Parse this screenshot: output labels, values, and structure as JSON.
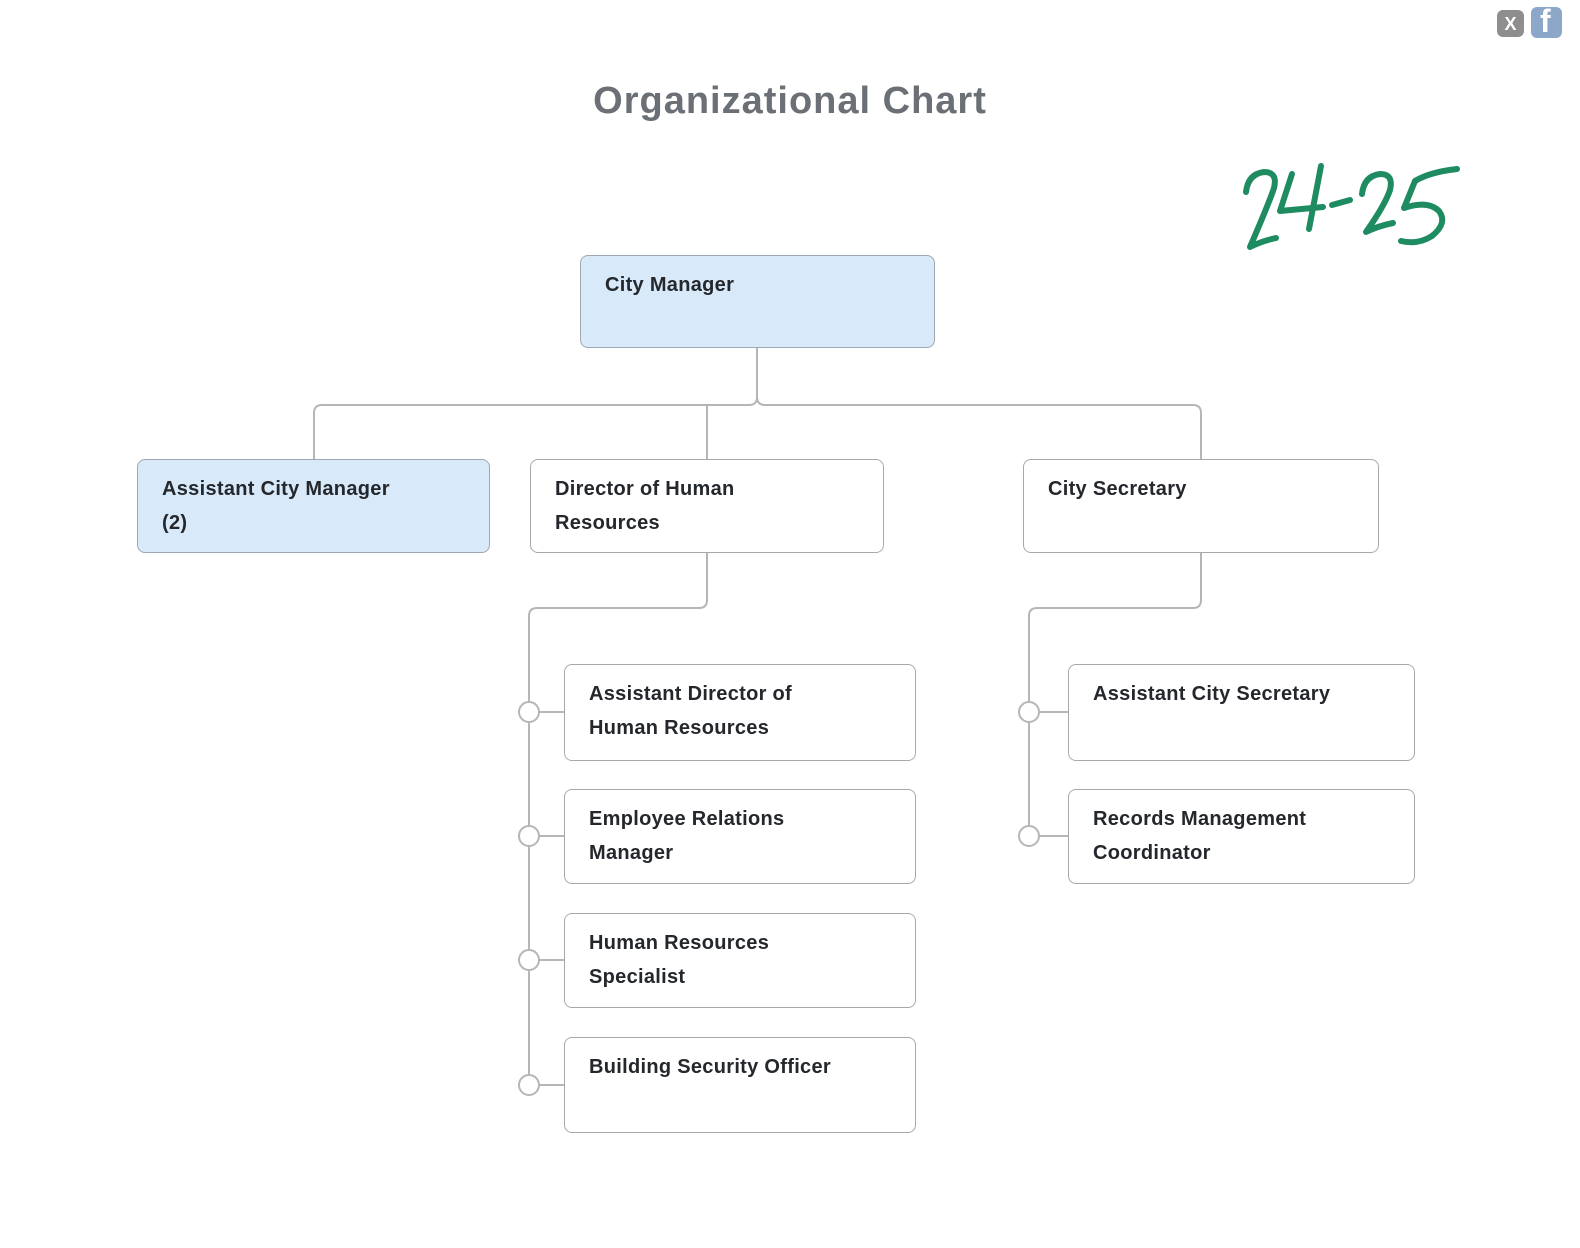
{
  "header": {
    "title": "Organizational Chart"
  },
  "annotation": {
    "text": "24-25",
    "color": "#1e8b61"
  },
  "social": {
    "x_label": "X",
    "facebook_label": "f"
  },
  "colors": {
    "highlight_fill": "#d8e9f9",
    "box_border": "#a6a9ac",
    "connector": "#b4b6b8",
    "title_text": "#6b7076",
    "box_text": "#24272c",
    "x_icon_bg": "#8e8e8e",
    "facebook_icon_bg": "#8da7c9"
  },
  "nodes": {
    "city_manager": {
      "label": "City Manager",
      "lines": [
        "City Manager"
      ],
      "highlighted": true
    },
    "assistant_city_manager": {
      "label": "Assistant City Manager (2)",
      "lines": [
        "Assistant City Manager",
        "(2)"
      ],
      "highlighted": true
    },
    "director_hr": {
      "label": "Director of Human Resources",
      "lines": [
        "Director of Human",
        "Resources"
      ],
      "highlighted": false
    },
    "city_secretary": {
      "label": "City Secretary",
      "lines": [
        "City Secretary"
      ],
      "highlighted": false
    },
    "assistant_director_hr": {
      "label": "Assistant Director of Human Resources",
      "lines": [
        "Assistant Director of",
        "Human Resources"
      ],
      "highlighted": false
    },
    "employee_relations_manager": {
      "label": "Employee Relations Manager",
      "lines": [
        "Employee Relations",
        "Manager"
      ],
      "highlighted": false
    },
    "hr_specialist": {
      "label": "Human Resources Specialist",
      "lines": [
        "Human Resources",
        "Specialist"
      ],
      "highlighted": false
    },
    "building_security_officer": {
      "label": "Building Security Officer",
      "lines": [
        "Building Security Officer"
      ],
      "highlighted": false
    },
    "assistant_city_secretary": {
      "label": "Assistant City Secretary",
      "lines": [
        "Assistant City Secretary"
      ],
      "highlighted": false
    },
    "records_management_coordinator": {
      "label": "Records Management Coordinator",
      "lines": [
        "Records Management",
        "Coordinator"
      ],
      "highlighted": false
    }
  },
  "hierarchy": {
    "City Manager": [
      "Assistant City Manager (2)",
      "Director of Human Resources",
      "City Secretary"
    ],
    "Director of Human Resources": [
      "Assistant Director of Human Resources",
      "Employee Relations Manager",
      "Human Resources Specialist",
      "Building Security Officer"
    ],
    "City Secretary": [
      "Assistant City Secretary",
      "Records Management Coordinator"
    ]
  }
}
